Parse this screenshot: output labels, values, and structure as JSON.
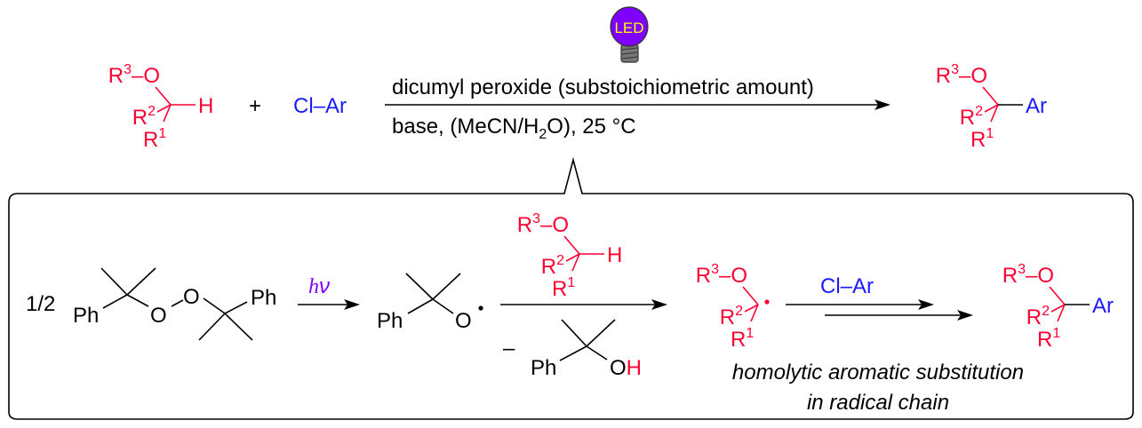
{
  "colors": {
    "substrate": "#ff0033",
    "aryl": "#1a1aff",
    "light": "#8000ff",
    "led_text": "#ffff00"
  },
  "labels": {
    "r": "R",
    "sup1": "1",
    "sup2": "2",
    "sup3": "3",
    "o_dash": "–O",
    "h": "H",
    "ar": "Ar",
    "plus": "+",
    "cl_ar": "Cl–Ar",
    "ph": "Ph",
    "o": "O",
    "half": "1/2",
    "hv_h": "h",
    "hv_nu": "ν",
    "minus": "–",
    "oh_o": "O",
    "oh_h": "H"
  },
  "led": {
    "label": "LED"
  },
  "conditions": {
    "line1": "dicumyl peroxide (substoichiometric amount)",
    "line2_pre": "base, (MeCN/H",
    "line2_sub": "2",
    "line2_post": "O), 25 °C"
  },
  "mechanism": {
    "step3_reagent": "Cl–Ar",
    "caption_line1": "homolytic aromatic substitution",
    "caption_line2": "in radical chain"
  }
}
